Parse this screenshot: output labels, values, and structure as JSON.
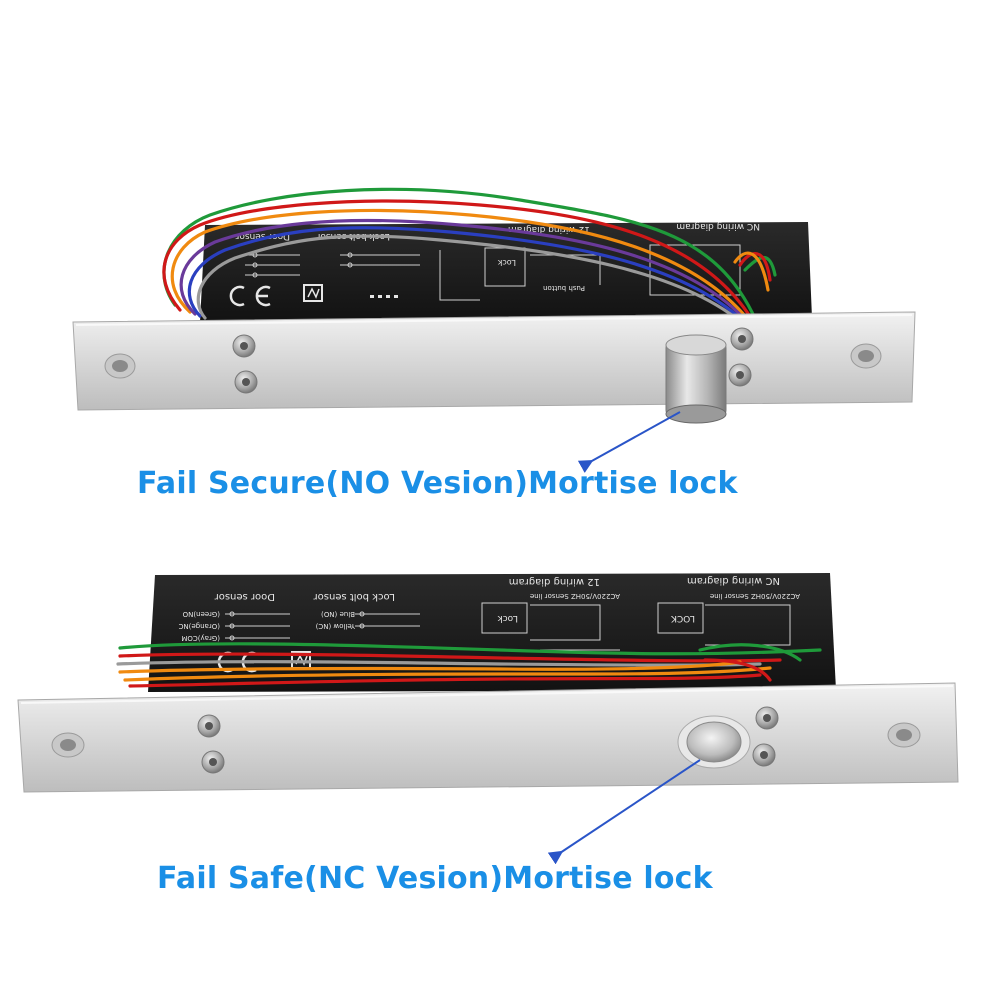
{
  "captions": {
    "top": "Fail Secure(NO Vesion)Mortise lock",
    "bottom": "Fail Safe(NC Vesion)Mortise lock"
  },
  "pcb_top": {
    "door_sensor": "Door sensor",
    "lock_bolt_sensor": "Lock bolt sensor",
    "wiring_12": "12 wiring diagram",
    "nc_wiring": "NC wiring diagram",
    "lock": "Lock",
    "push_button": "Push button"
  },
  "pcb_bottom": {
    "door_sensor": "Door sensor",
    "lock_bolt_sensor": "Lock bolt sensor",
    "wiring_12": "12 wiring diagram",
    "nc_wiring": "NC wiring diagram",
    "sensor_line_1": "AC220V/50HZ  Sensor line",
    "sensor_line_2": "AC220V/50HZ  Sensor line",
    "lock_1": "Lock",
    "lock_2": "LOCK",
    "green_no": "(Green)NO",
    "orange_nc": "(Orange)NC",
    "gray_com": "(Gray)COM",
    "blue_no": "Blue (NO)",
    "yellow_nc": "Yellow (NC)"
  },
  "colors": {
    "caption": "#1a8fe6",
    "arrow": "#2a55c8",
    "plate": "#dcdcdc",
    "pcb": "#1c1c1c",
    "wire_red": "#d01818",
    "wire_green": "#1f9a3a",
    "wire_orange": "#f08a10",
    "wire_purple": "#6a3a9a",
    "wire_blue": "#2a3fc0",
    "wire_gray": "#9a9a9a"
  },
  "icons": {
    "ce_mark": "ce-mark-icon",
    "approval_mark": "approval-mark-icon"
  }
}
